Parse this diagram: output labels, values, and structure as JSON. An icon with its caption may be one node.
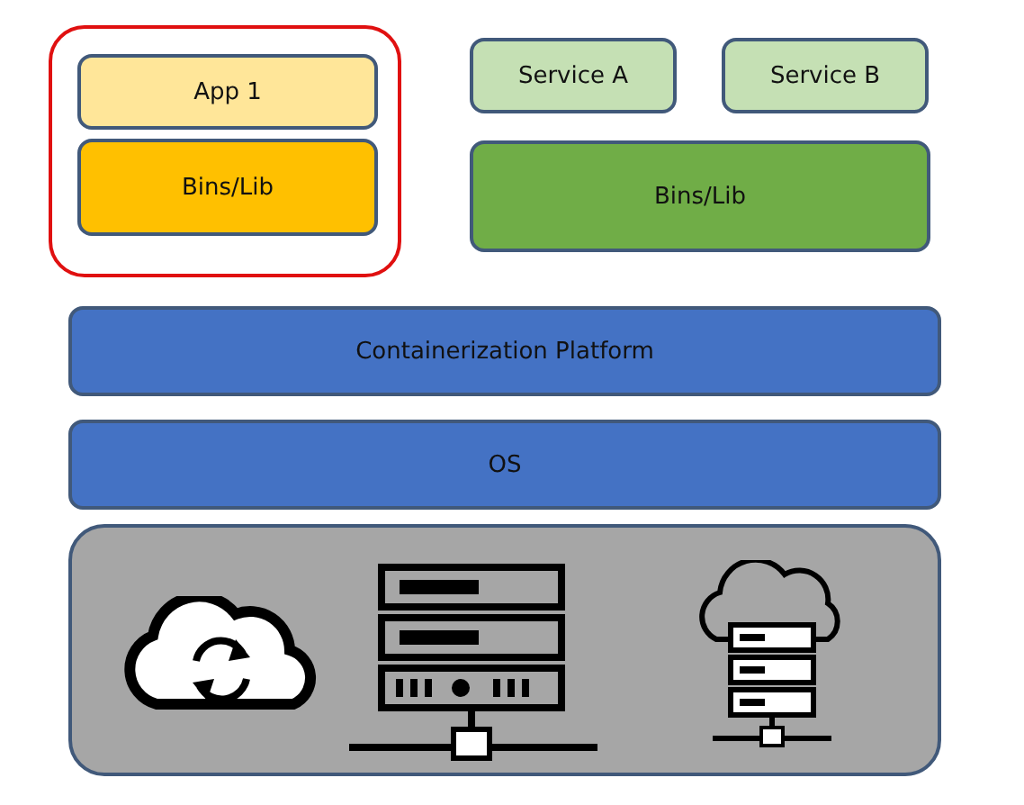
{
  "diagram": {
    "nodes": [
      {
        "text": [],
        "shape": "box"
      },
      {
        "text": [
          "App 1"
        ],
        "in": 0
      },
      {
        "text": [
          "Bins/Lib"
        ],
        "in": 0
      },
      {
        "text": [
          "Service A"
        ]
      },
      {
        "text": [
          "Service B"
        ]
      },
      {
        "text": [
          "Bins/Lib"
        ]
      },
      {
        "text": [
          "Containerization Platform"
        ]
      },
      {
        "text": [
          "OS"
        ]
      },
      {
        "text": [],
        "shape": "box"
      }
    ],
    "edges": []
  }
}
